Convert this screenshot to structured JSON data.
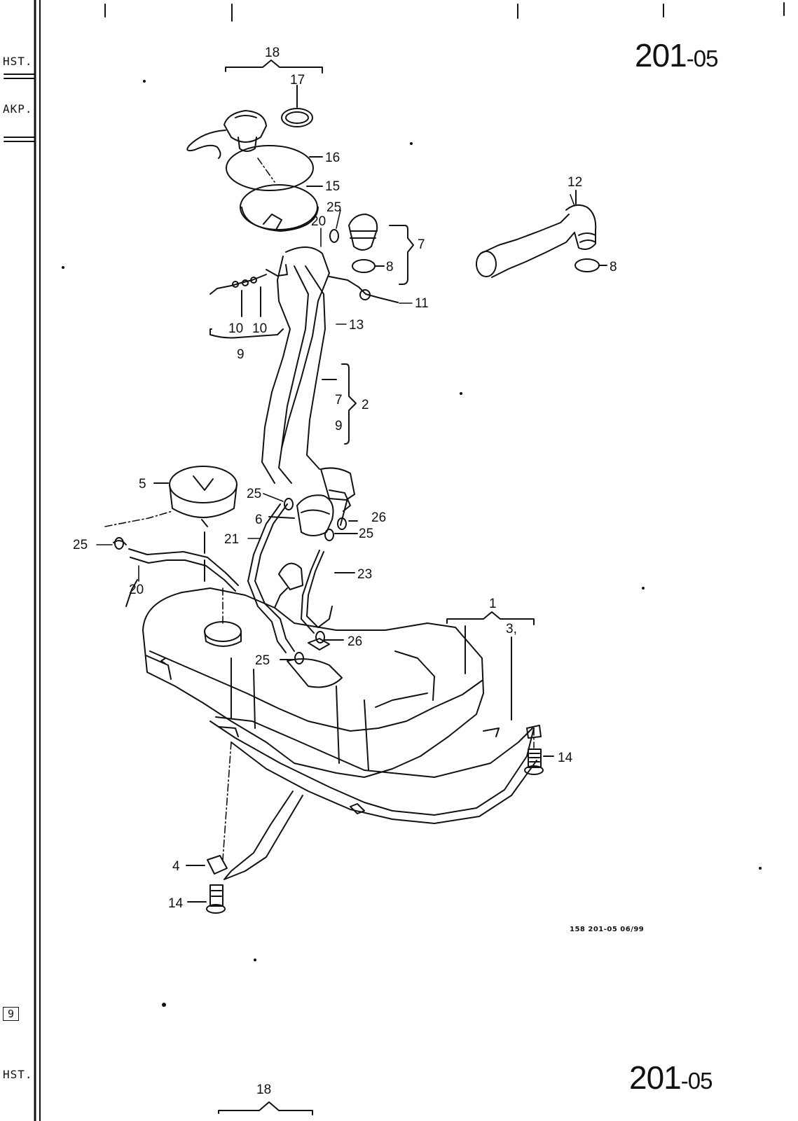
{
  "header": {
    "page_code_main": "201",
    "page_code_sub": "-05",
    "side_label_top": "HST.",
    "side_label_second": "AKP.",
    "group_label_top": "18"
  },
  "footer": {
    "page_code_main": "201",
    "page_code_sub": "-05",
    "side_label": "HST.",
    "group_label": "18",
    "page_tab": "9",
    "reference": "158   201-05   06/99"
  },
  "callouts": [
    {
      "id": "c18",
      "text": "18"
    },
    {
      "id": "c17",
      "text": "17"
    },
    {
      "id": "c16",
      "text": "16"
    },
    {
      "id": "c15",
      "text": "15"
    },
    {
      "id": "c25a",
      "text": "25"
    },
    {
      "id": "c20a",
      "text": "20"
    },
    {
      "id": "c7a",
      "text": "7"
    },
    {
      "id": "c8a",
      "text": "8"
    },
    {
      "id": "c11",
      "text": "11"
    },
    {
      "id": "c13",
      "text": "13"
    },
    {
      "id": "c10a",
      "text": "10"
    },
    {
      "id": "c10b",
      "text": "10"
    },
    {
      "id": "c9a",
      "text": "9"
    },
    {
      "id": "c12",
      "text": "12"
    },
    {
      "id": "c8b",
      "text": "8"
    },
    {
      "id": "c7b",
      "text": "7"
    },
    {
      "id": "c2",
      "text": "2"
    },
    {
      "id": "c9b",
      "text": "9"
    },
    {
      "id": "c5",
      "text": "5"
    },
    {
      "id": "c25b",
      "text": "25"
    },
    {
      "id": "c6",
      "text": "6"
    },
    {
      "id": "c26a",
      "text": "26"
    },
    {
      "id": "c25c",
      "text": "25"
    },
    {
      "id": "c21",
      "text": "21"
    },
    {
      "id": "c25d",
      "text": "25"
    },
    {
      "id": "c20b",
      "text": "20"
    },
    {
      "id": "c23",
      "text": "23"
    },
    {
      "id": "c1",
      "text": "1"
    },
    {
      "id": "c3",
      "text": "3,"
    },
    {
      "id": "c26b",
      "text": "26"
    },
    {
      "id": "c25e",
      "text": "25"
    },
    {
      "id": "c14a",
      "text": "14"
    },
    {
      "id": "c4",
      "text": "4"
    },
    {
      "id": "c14b",
      "text": "14"
    }
  ]
}
